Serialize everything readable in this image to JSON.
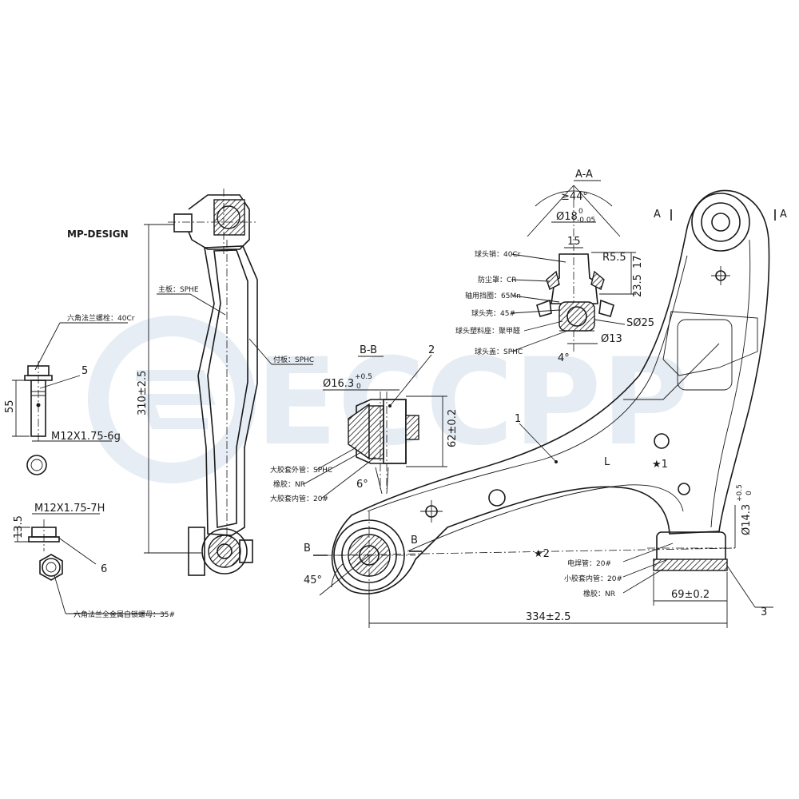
{
  "watermark": "ECCPP",
  "brand": "MP-DESIGN",
  "section_aa": "A-A",
  "section_bb": "B-B",
  "labels": {
    "main_plate": "主板：SPHE",
    "aux_plate": "付板：SPHC",
    "flange_bolt": "六角法兰螺栓：40Cr",
    "flange_nut": "六角法兰全金属自锁螺母：35#",
    "ball_pin": "球头销：40Cr",
    "dust_cover": "防尘罩：CR",
    "retainer": "轴用挡圈：65Mn",
    "ball_shell": "球头壳：45#",
    "ball_seat": "球头塑料座：聚甲醛",
    "ball_cover": "球头盖：SPHC",
    "outer_sleeve": "大胶套外管：SPHC",
    "rubber_bb": "橡胶：NR",
    "inner_sleeve": "大胶套内管：20#",
    "weld_tube": "电焊管：20#",
    "small_inner": "小胶套内管：20#",
    "rubber_small": "橡胶：NR"
  },
  "dims": {
    "bolt_len": "55",
    "bolt_thread": "M12X1.75-6g",
    "nut_thread": "M12X1.75-7H",
    "nut_h": "13.5",
    "arm_len": "310±2.5",
    "theta44": "≥44°",
    "d18": "Ø18",
    "d18_tol_up": "0",
    "d18_tol_dn": "-0.05",
    "d15": "15",
    "r55": "R5.5",
    "d17": "17",
    "d235": "23.5",
    "s025": "SØ25",
    "d13": "Ø13",
    "ang4": "4°",
    "d163": "Ø16.3",
    "d163_up": "+0.5",
    "d163_dn": "0",
    "d62": "62±0.2",
    "ang6": "6°",
    "ang45": "45°",
    "total_len": "334±2.5",
    "bush_len": "69±0.2",
    "d143": "Ø14.3",
    "d143_up": "+0.5",
    "d143_dn": "0",
    "side": "L"
  },
  "callouts": [
    "1",
    "2",
    "3",
    "5",
    "6"
  ],
  "section_letters": {
    "a": "A",
    "b": "B"
  },
  "stars": [
    "★1",
    "★2"
  ]
}
